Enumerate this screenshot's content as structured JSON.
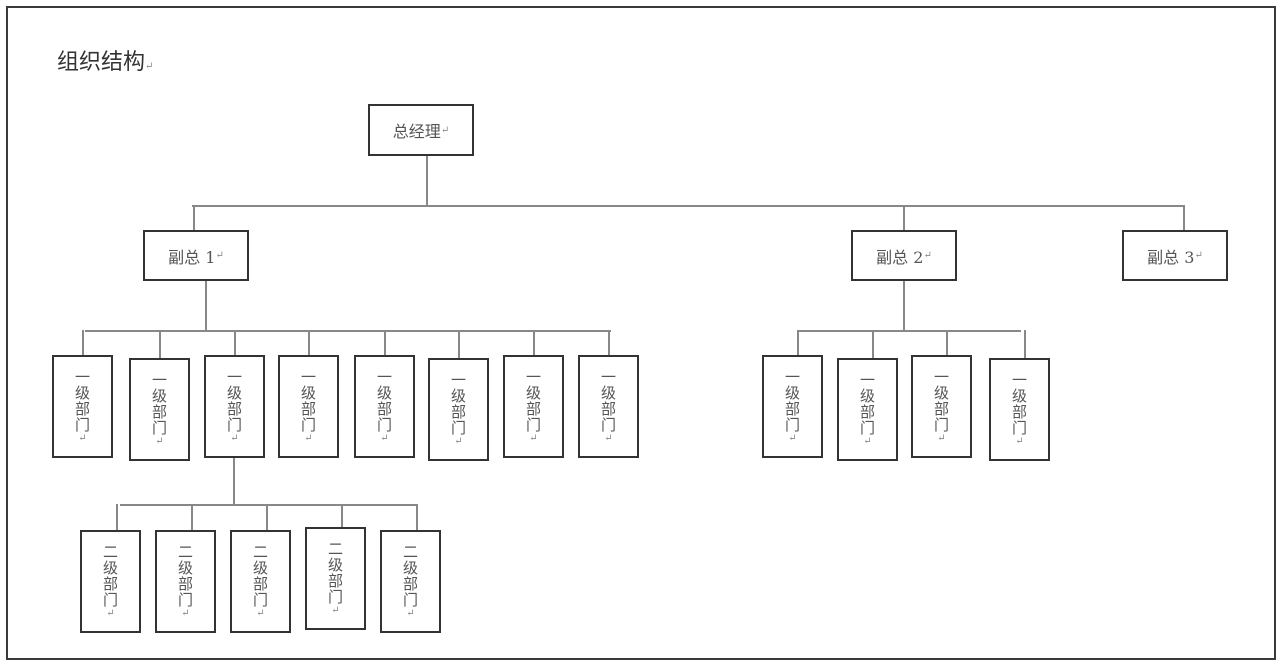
{
  "title": "组织结构",
  "general_manager": "总经理",
  "vice_presidents": [
    "副总 1",
    "副总 2",
    "副总 3"
  ],
  "vp1_departments": [
    "一级部门",
    "一级部门",
    "一级部门",
    "一级部门",
    "一级部门",
    "一级部门",
    "一级部门",
    "一级部门"
  ],
  "vp2_departments": [
    "一级部门",
    "一级部门",
    "一级部门",
    "一级部门"
  ],
  "sub_departments": [
    "二级部门",
    "二级部门",
    "二级部门",
    "二级部门",
    "二级部门"
  ]
}
